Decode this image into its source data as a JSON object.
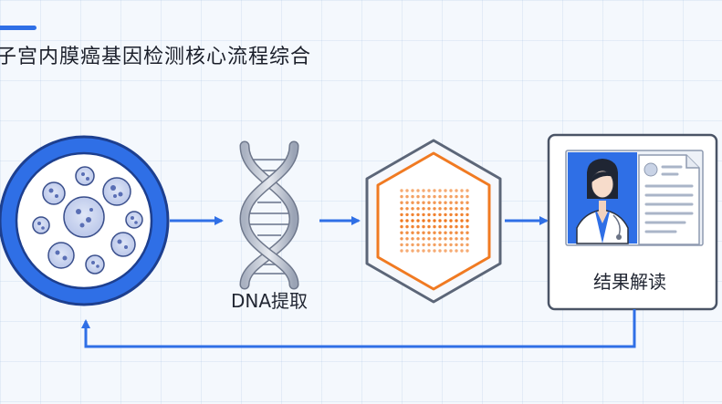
{
  "title": "子宫内膜癌基因检测核心流程综合",
  "steps": {
    "sample": {
      "icon": "cell-sample-icon"
    },
    "dna": {
      "label": "DNA提取",
      "icon": "dna-helix-icon"
    },
    "sequencing": {
      "icon": "gene-chip-icon"
    },
    "report": {
      "label": "结果解读",
      "icon": "doctor-report-icon"
    }
  },
  "colors": {
    "accent": "#2f6fe6",
    "chip_orange": "#f07a22",
    "text": "#1b1f2a"
  }
}
